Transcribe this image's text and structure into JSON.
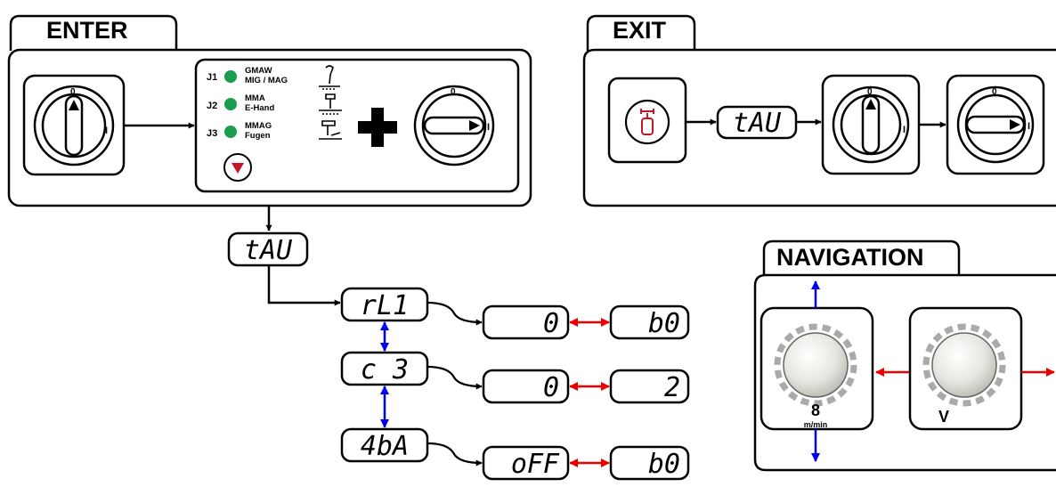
{
  "enter": {
    "title": "ENTER",
    "switch_marks": [
      "0",
      "I"
    ],
    "modes": [
      {
        "led": "J1",
        "line1": "GMAW",
        "line2": "MIG / MAG"
      },
      {
        "led": "J2",
        "line1": "MMA",
        "line2": "E-Hand"
      },
      {
        "led": "J3",
        "line1": "MMAG",
        "line2": "Fugen"
      }
    ],
    "led_color": "#1a9e4e",
    "plus": "+"
  },
  "exit": {
    "title": "EXIT",
    "display": "tAU"
  },
  "menu": {
    "root": "tAU",
    "items": [
      {
        "name": "rL1",
        "value": "0",
        "alt": "b0"
      },
      {
        "name": "c 3",
        "value": "0",
        "alt": "2"
      },
      {
        "name": "4bA",
        "value": "oFF",
        "alt": "b0"
      }
    ]
  },
  "navigation": {
    "title": "NAVIGATION",
    "knob1_unit": "m/min",
    "knob2_unit": "V"
  },
  "colors": {
    "vertical_arrow": "#0000ee",
    "horizontal_arrow": "#ee0000",
    "button_red": "#c0182a"
  }
}
